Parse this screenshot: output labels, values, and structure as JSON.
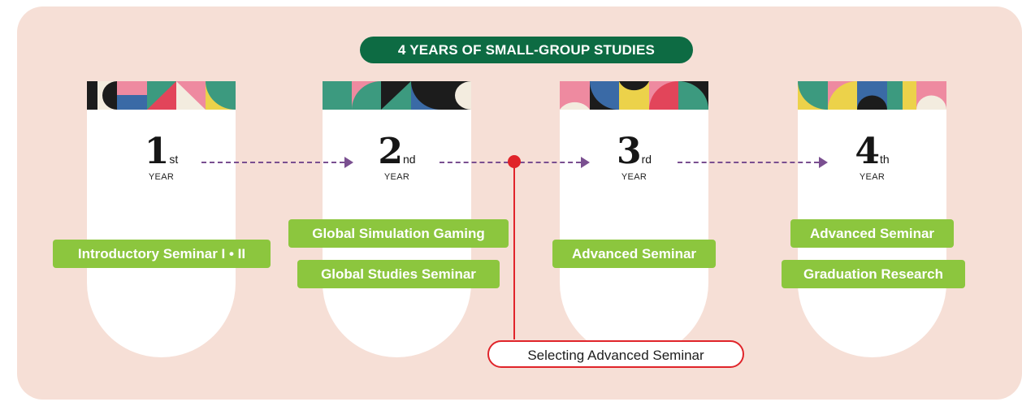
{
  "title": "4 YEARS OF SMALL-GROUP STUDIES",
  "years": [
    {
      "number": "1",
      "suffix": "st",
      "label": "YEAR",
      "courses": [
        "Introductory Seminar I • II"
      ]
    },
    {
      "number": "2",
      "suffix": "nd",
      "label": "YEAR",
      "courses": [
        "Global Simulation Gaming",
        "Global Studies Seminar"
      ]
    },
    {
      "number": "3",
      "suffix": "rd",
      "label": "YEAR",
      "courses": [
        "Advanced Seminar"
      ]
    },
    {
      "number": "4",
      "suffix": "th",
      "label": "YEAR",
      "courses": [
        "Advanced Seminar",
        "Graduation Research"
      ]
    }
  ],
  "callout": "Selecting Advanced Seminar",
  "colors": {
    "background": "#f6dfd6",
    "title_pill": "#0d6b43",
    "course_tag": "#8cc63e",
    "arrow": "#7a4f90",
    "callout": "#e0242a"
  }
}
